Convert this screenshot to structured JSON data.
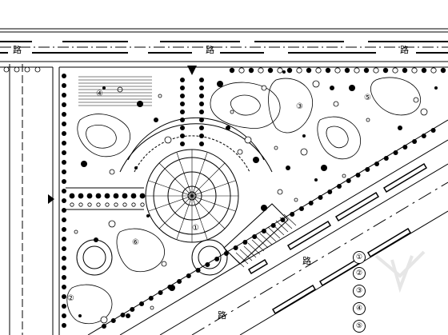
{
  "drawing": {
    "street_labels": [
      "路",
      "路",
      "路",
      "路",
      "路"
    ],
    "area_numbers": [
      "①",
      "②",
      "③",
      "④",
      "⑤",
      "⑥"
    ],
    "legend": [
      "①",
      "②",
      "③",
      "④",
      "⑤"
    ],
    "colors": {
      "ink": "#000000",
      "paper": "#ffffff",
      "watermark": "#e6e6e6"
    }
  }
}
